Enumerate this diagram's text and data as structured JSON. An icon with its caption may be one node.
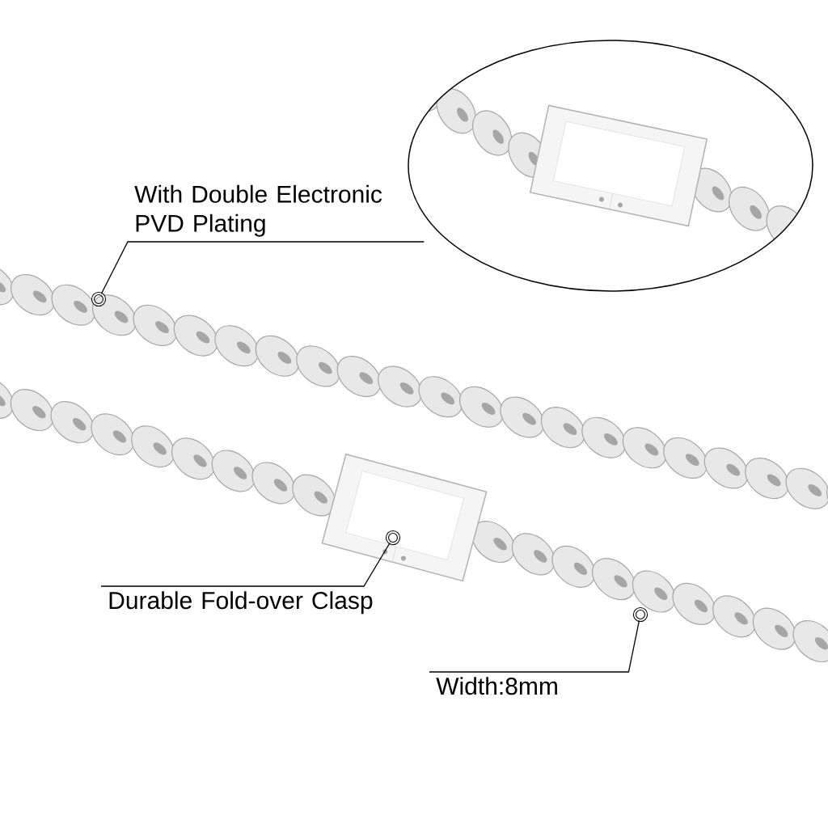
{
  "diagram": {
    "nodes": [
      {
        "text": [
          "With Double Electronic PVD Plating"
        ]
      },
      {
        "text": [],
        "shape": "circle"
      },
      {
        "text": [
          "Durable Fold-over Clasp"
        ]
      },
      {
        "text": [],
        "shape": "circle"
      },
      {
        "text": [
          "Width:8mm"
        ]
      },
      {
        "text": [],
        "shape": "circle"
      }
    ],
    "edges": [
      {
        "from": 0,
        "to": 1,
        "arrow": "none"
      },
      {
        "from": 2,
        "to": 3,
        "arrow": "none"
      },
      {
        "from": 4,
        "to": 5,
        "arrow": "none"
      }
    ]
  }
}
